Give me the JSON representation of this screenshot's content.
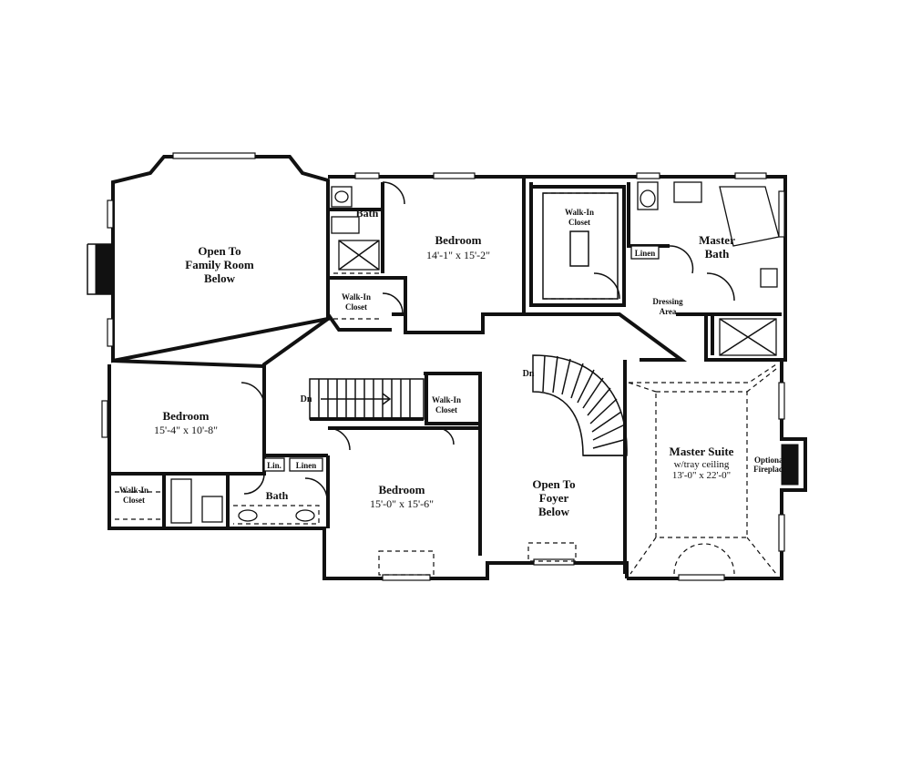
{
  "rooms": {
    "open_family": {
      "line1": "Open To",
      "line2": "Family Room",
      "line3": "Below"
    },
    "bath_top": {
      "name": "Bath"
    },
    "walkin_top": {
      "line1": "Walk-In",
      "line2": "Closet"
    },
    "bedroom_top": {
      "name": "Bedroom",
      "dims": "14'-1\" x 15'-2\""
    },
    "walkin_master": {
      "line1": "Walk-In",
      "line2": "Closet"
    },
    "linen_master": {
      "name": "Linen"
    },
    "master_bath": {
      "line1": "Master",
      "line2": "Bath"
    },
    "dressing": {
      "line1": "Dressing",
      "line2": "Area"
    },
    "bedroom_left": {
      "name": "Bedroom",
      "dims": "15'-4\" x 10'-8\""
    },
    "walkin_stair": {
      "line1": "Walk-In",
      "line2": "Closet"
    },
    "walkin_left": {
      "line1": "Walk-In",
      "line2": "Closet"
    },
    "lin": {
      "name": "Lin."
    },
    "linen_hall": {
      "name": "Linen"
    },
    "bath_hall": {
      "name": "Bath"
    },
    "bedroom_bottom": {
      "name": "Bedroom",
      "dims": "15'-0\" x 15'-6\""
    },
    "open_foyer": {
      "line1": "Open To",
      "line2": "Foyer",
      "line3": "Below"
    },
    "master_suite": {
      "line1": "Master Suite",
      "line2": "w/tray ceiling",
      "dims": "13'-0\" x 22'-0\""
    },
    "fireplace": {
      "line1": "Optional",
      "line2": "Fireplace"
    }
  },
  "stairs": {
    "dn_main": "Dn",
    "dn_curved": "Dn"
  }
}
